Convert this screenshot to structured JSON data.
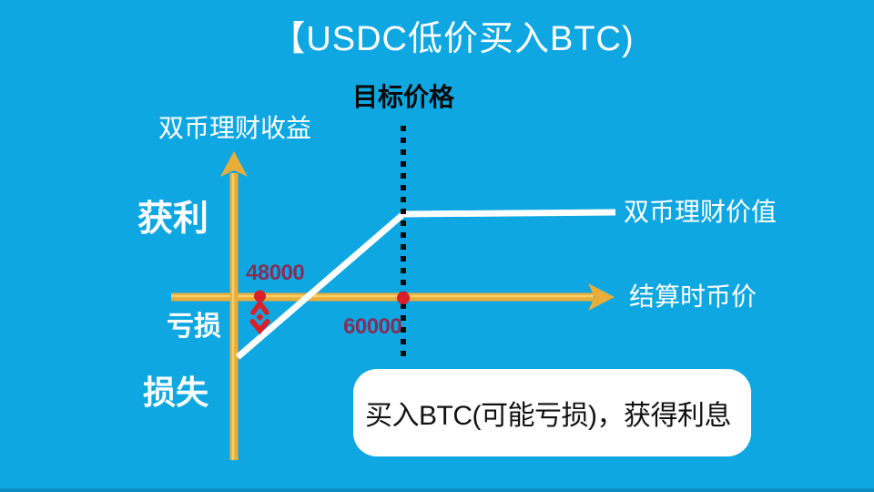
{
  "title": "【USDC低价买入BTC)",
  "chart": {
    "y_axis_title": "双币理财收益",
    "target_price_label": "目标价格",
    "profit_label": "获利",
    "loss_label": "亏损",
    "big_loss_label": "损失",
    "payoff_line_label": "双币理财价值",
    "x_axis_label": "结算时币价",
    "purchase_price": "48000",
    "target_price": "60000"
  },
  "note": "买入BTC(可能亏损)，获得利息",
  "colors": {
    "background": "#0FA7E1",
    "axis_yellow": "#E9AD3A",
    "axis_highlight": "#F6CE6B",
    "payoff_line": "#FFFFFF",
    "target_dotted_line": "#0A0A0A",
    "marker_red": "#D9202A",
    "price_text": "#81305A",
    "note_background": "#FFFFFF",
    "note_text": "#111111"
  }
}
